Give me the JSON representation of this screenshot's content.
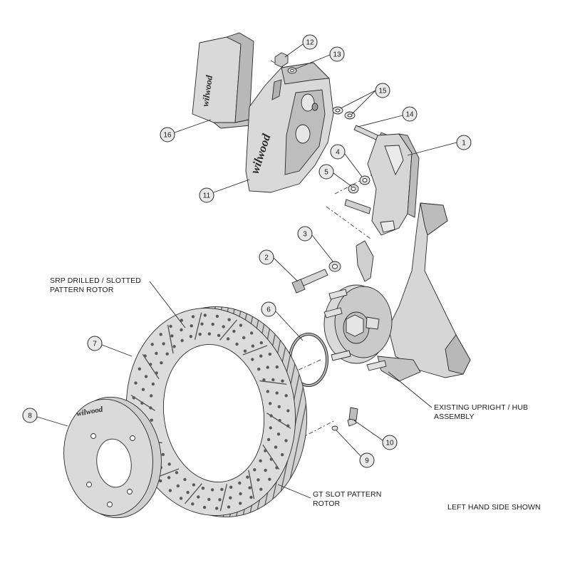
{
  "diagram": {
    "colors": {
      "part_fill": "#d9d9d9",
      "part_dark": "#b8b8b8",
      "outline": "#2a2a2a",
      "callout_fill": "#e9e9e9"
    },
    "callouts": [
      "1",
      "2",
      "3",
      "4",
      "5",
      "6",
      "7",
      "8",
      "9",
      "10",
      "11",
      "12",
      "13",
      "14",
      "15",
      "16"
    ],
    "labels": {
      "srp_rotor": [
        "SRP DRILLED / SLOTTED",
        "PATTERN ROTOR"
      ],
      "upright": [
        "EXISTING UPRIGHT / HUB",
        "ASSEMBLY"
      ],
      "gt_rotor": [
        "GT SLOT PATTERN",
        "ROTOR"
      ],
      "side": "LEFT HAND SIDE SHOWN"
    },
    "logo_text": "wilwood"
  }
}
